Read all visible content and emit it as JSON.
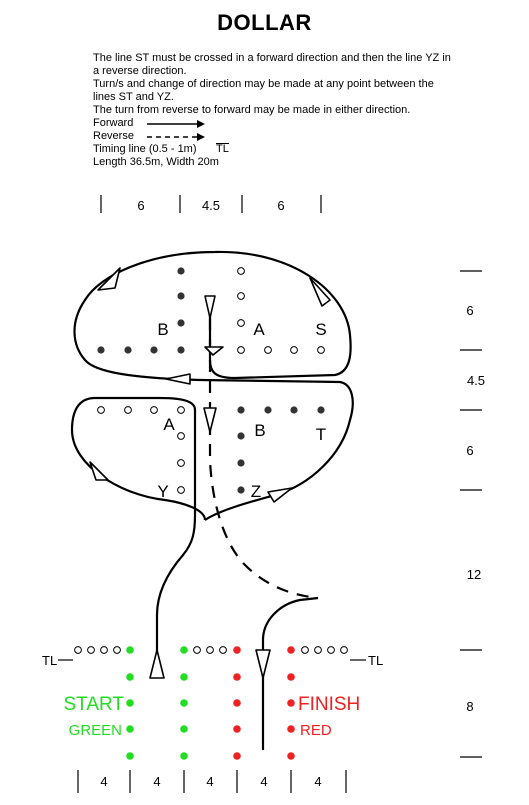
{
  "title": "DOLLAR",
  "instructions": [
    "The line ST must be crossed in a forward direction and then the line YZ in a reverse direction.",
    "Turn/s and change of direction may be made at any point between the lines ST and YZ.",
    "The turn from reverse to forward may be made in either direction."
  ],
  "legend": {
    "forward": "Forward",
    "reverse": "Reverse",
    "timing": "Timing line (0.5  -  1m)",
    "timing_abbr": "TL",
    "length": "Length 36.5m, Width 20m"
  },
  "top_dims": [
    "6",
    "4.5",
    "6"
  ],
  "right_dims": [
    "6",
    "4.5",
    "6",
    "12",
    "8"
  ],
  "bottom_dims": [
    "4",
    "4",
    "4",
    "4",
    "4"
  ],
  "markers": {
    "B_top": "B",
    "A_top": "A",
    "S": "S",
    "A_bottom": "A",
    "B_bottom": "B",
    "T": "T",
    "Y": "Y",
    "Z": "Z"
  },
  "tl_left": "TL",
  "tl_right": "TL",
  "start": "START",
  "green": "GREEN",
  "finish": "FINISH",
  "red": "RED",
  "colors": {
    "green": "#22dd22",
    "red": "#ee2222",
    "ink": "#000000"
  }
}
